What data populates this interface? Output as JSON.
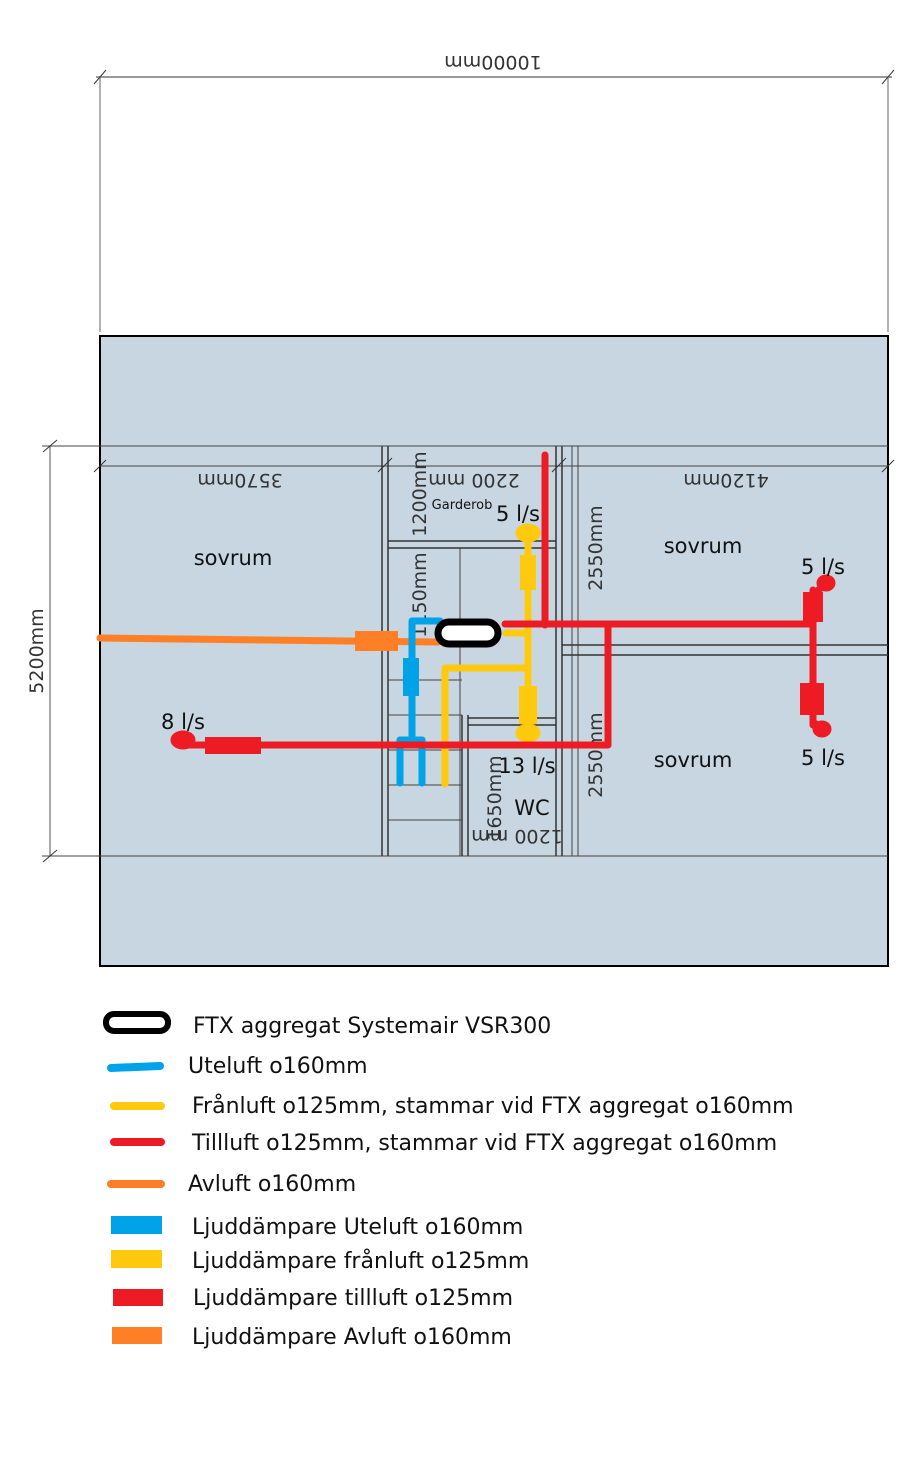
{
  "dimensions": {
    "top": "10000mm",
    "left": "5200mm",
    "room_left_width": "3570mm",
    "garderob_width": "2200 mm",
    "room_right_width": "4120mm",
    "garderob_depth": "1200mm",
    "stair_length": "1150mm",
    "right_upper_depth": "2550mm",
    "right_lower_depth": "2550mm",
    "wc_depth": "1650mm",
    "wc_width": "1200 mm"
  },
  "rooms": {
    "left": "sovrum",
    "right_upper": "sovrum",
    "right_lower": "sovrum",
    "garderob": "Garderob",
    "wc": "WC"
  },
  "flows": {
    "garderob": "5 l/s",
    "right_upper": "5 l/s",
    "left": "8 l/s",
    "wc": "13 l/s",
    "right_lower": "5 l/s"
  },
  "colors": {
    "uteluft": "#00a2e8",
    "franluft": "#ffc90e",
    "tilluft": "#ed1c24",
    "avluft": "#ff7f27",
    "aggregat": "#000000",
    "floor": "#c7d6e0"
  },
  "legend": [
    {
      "icon": "ftx-unit",
      "label": "FTX aggregat Systemair VSR300"
    },
    {
      "icon": "uteluft-line",
      "label": "Uteluft o160mm"
    },
    {
      "icon": "franluft-line",
      "label": "Frånluft o125mm, stammar vid FTX aggregat o160mm"
    },
    {
      "icon": "tilluft-line",
      "label": "Tillluft o125mm, stammar vid FTX aggregat o160mm"
    },
    {
      "icon": "avluft-line",
      "label": "Avluft o160mm"
    },
    {
      "icon": "uteluft-silencer",
      "label": "Ljuddämpare Uteluft o160mm"
    },
    {
      "icon": "franluft-silencer",
      "label": "Ljuddämpare frånluft o125mm"
    },
    {
      "icon": "tilluft-silencer",
      "label": "Ljuddämpare tillluft o125mm"
    },
    {
      "icon": "avluft-silencer",
      "label": "Ljuddämpare Avluft o160mm"
    }
  ]
}
